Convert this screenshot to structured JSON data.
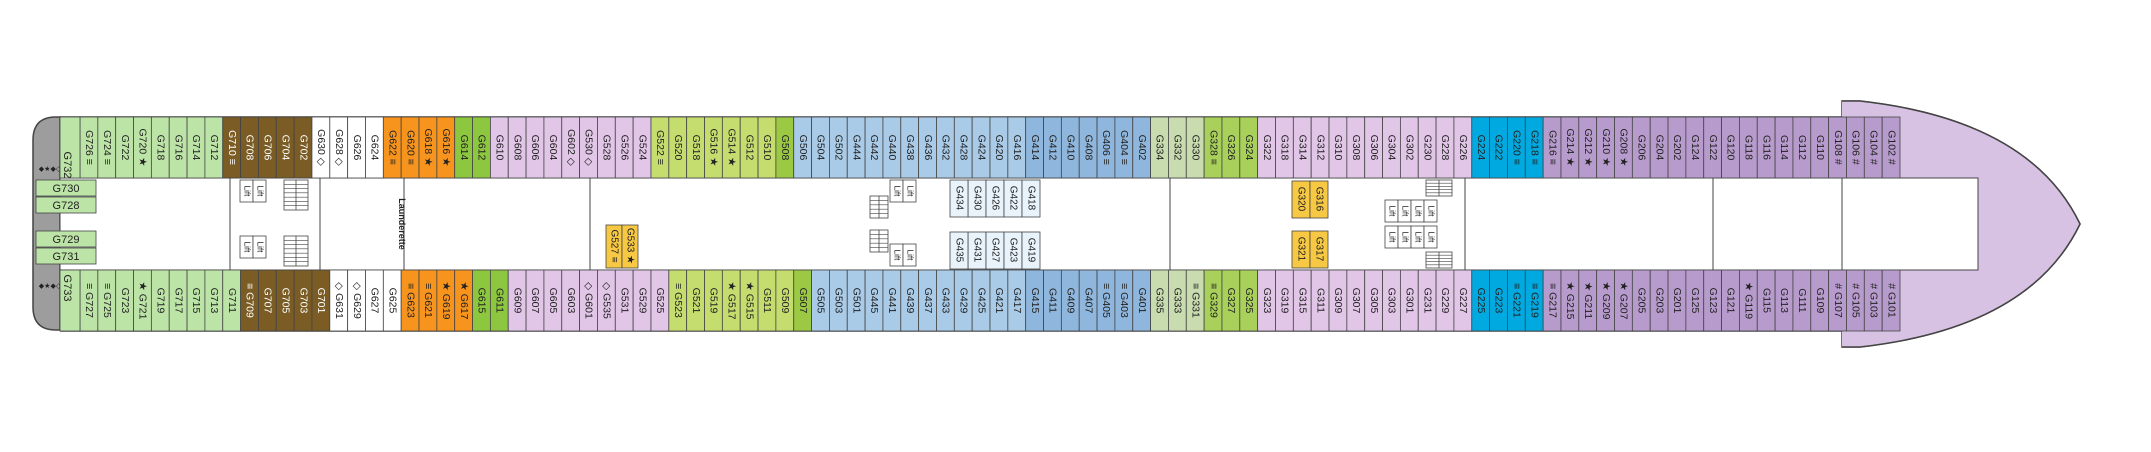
{
  "deck": {
    "top_row": [
      {
        "code": "G726",
        "color": "#bde4a7",
        "mark": "≡"
      },
      {
        "code": "G724",
        "color": "#bde4a7",
        "mark": "≡"
      },
      {
        "code": "G722",
        "color": "#bde4a7",
        "mark": ""
      },
      {
        "code": "G720",
        "color": "#bde4a7",
        "mark": "★"
      },
      {
        "code": "G718",
        "color": "#bde4a7",
        "mark": ""
      },
      {
        "code": "G716",
        "color": "#bde4a7",
        "mark": ""
      },
      {
        "code": "G714",
        "color": "#bde4a7",
        "mark": ""
      },
      {
        "code": "G712",
        "color": "#bde4a7",
        "mark": ""
      },
      {
        "code": "G710",
        "color": "#7a5c24",
        "mark": "≡"
      },
      {
        "code": "G708",
        "color": "#7a5c24",
        "mark": ""
      },
      {
        "code": "G706",
        "color": "#7a5c24",
        "mark": ""
      },
      {
        "code": "G704",
        "color": "#7a5c24",
        "mark": ""
      },
      {
        "code": "G702",
        "color": "#7a5c24",
        "mark": ""
      },
      {
        "code": "G630",
        "color": "#ffffff",
        "mark": "◇"
      },
      {
        "code": "G628",
        "color": "#ffffff",
        "mark": "◇"
      },
      {
        "code": "G626",
        "color": "#ffffff",
        "mark": ""
      },
      {
        "code": "G624",
        "color": "#ffffff",
        "mark": ""
      },
      {
        "code": "G622",
        "color": "#f7941d",
        "mark": "≡"
      },
      {
        "code": "G620",
        "color": "#f7941d",
        "mark": "≡"
      },
      {
        "code": "G618",
        "color": "#f7941d",
        "mark": "★"
      },
      {
        "code": "G616",
        "color": "#f7941d",
        "mark": "★"
      },
      {
        "code": "G614",
        "color": "#8dc63f",
        "mark": ""
      },
      {
        "code": "G612",
        "color": "#8dc63f",
        "mark": ""
      },
      {
        "code": "G610",
        "color": "#e1c6e7",
        "mark": ""
      },
      {
        "code": "G608",
        "color": "#e1c6e7",
        "mark": ""
      },
      {
        "code": "G606",
        "color": "#e1c6e7",
        "mark": ""
      },
      {
        "code": "G604",
        "color": "#e1c6e7",
        "mark": ""
      },
      {
        "code": "G602",
        "color": "#e1c6e7",
        "mark": "◇"
      },
      {
        "code": "G530",
        "color": "#e1c6e7",
        "mark": "◇"
      },
      {
        "code": "G528",
        "color": "#e1c6e7",
        "mark": ""
      },
      {
        "code": "G526",
        "color": "#e1c6e7",
        "mark": ""
      },
      {
        "code": "G524",
        "color": "#e1c6e7",
        "mark": ""
      },
      {
        "code": "G522",
        "color": "#c5dc6e",
        "mark": "≡"
      },
      {
        "code": "G520",
        "color": "#c5dc6e",
        "mark": ""
      },
      {
        "code": "G518",
        "color": "#c5dc6e",
        "mark": ""
      },
      {
        "code": "G516",
        "color": "#c5dc6e",
        "mark": "★"
      },
      {
        "code": "G514",
        "color": "#c5dc6e",
        "mark": "★"
      },
      {
        "code": "G512",
        "color": "#c5dc6e",
        "mark": ""
      },
      {
        "code": "G510",
        "color": "#c5dc6e",
        "mark": ""
      },
      {
        "code": "G508",
        "color": "#9cc944",
        "mark": ""
      },
      {
        "code": "G506",
        "color": "#a9cbe8",
        "mark": ""
      },
      {
        "code": "G504",
        "color": "#a9cbe8",
        "mark": ""
      },
      {
        "code": "G502",
        "color": "#a9cbe8",
        "mark": ""
      },
      {
        "code": "G444",
        "color": "#a9cbe8",
        "mark": ""
      },
      {
        "code": "G442",
        "color": "#a9cbe8",
        "mark": ""
      },
      {
        "code": "G440",
        "color": "#a9cbe8",
        "mark": ""
      },
      {
        "code": "G438",
        "color": "#a9cbe8",
        "mark": ""
      },
      {
        "code": "G436",
        "color": "#a9cbe8",
        "mark": ""
      },
      {
        "code": "G432",
        "color": "#a9cbe8",
        "mark": ""
      },
      {
        "code": "G428",
        "color": "#a9cbe8",
        "mark": ""
      },
      {
        "code": "G424",
        "color": "#a9cbe8",
        "mark": ""
      },
      {
        "code": "G420",
        "color": "#a9cbe8",
        "mark": ""
      },
      {
        "code": "G416",
        "color": "#a9cbe8",
        "mark": ""
      },
      {
        "code": "G414",
        "color": "#8fb6dd",
        "mark": ""
      },
      {
        "code": "G412",
        "color": "#8fb6dd",
        "mark": ""
      },
      {
        "code": "G410",
        "color": "#8fb6dd",
        "mark": ""
      },
      {
        "code": "G408",
        "color": "#8fb6dd",
        "mark": ""
      },
      {
        "code": "G406",
        "color": "#8fb6dd",
        "mark": "≡"
      },
      {
        "code": "G404",
        "color": "#8fb6dd",
        "mark": "≡"
      },
      {
        "code": "G402",
        "color": "#8fb6dd",
        "mark": ""
      },
      {
        "code": "G334",
        "color": "#c9dcb0",
        "mark": ""
      },
      {
        "code": "G332",
        "color": "#c9dcb0",
        "mark": ""
      },
      {
        "code": "G330",
        "color": "#c9dcb0",
        "mark": ""
      },
      {
        "code": "G328",
        "color": "#a8d05a",
        "mark": "≡"
      },
      {
        "code": "G326",
        "color": "#a8d05a",
        "mark": ""
      },
      {
        "code": "G324",
        "color": "#a8d05a",
        "mark": ""
      },
      {
        "code": "G322",
        "color": "#e1c6e7",
        "mark": ""
      },
      {
        "code": "G318",
        "color": "#e1c6e7",
        "mark": ""
      },
      {
        "code": "G314",
        "color": "#e1c6e7",
        "mark": ""
      },
      {
        "code": "G312",
        "color": "#e1c6e7",
        "mark": ""
      },
      {
        "code": "G310",
        "color": "#e1c6e7",
        "mark": ""
      },
      {
        "code": "G308",
        "color": "#e1c6e7",
        "mark": ""
      },
      {
        "code": "G306",
        "color": "#e1c6e7",
        "mark": ""
      },
      {
        "code": "G304",
        "color": "#e1c6e7",
        "mark": ""
      },
      {
        "code": "G302",
        "color": "#e1c6e7",
        "mark": ""
      },
      {
        "code": "G230",
        "color": "#e1c6e7",
        "mark": ""
      },
      {
        "code": "G228",
        "color": "#e1c6e7",
        "mark": ""
      },
      {
        "code": "G226",
        "color": "#e1c6e7",
        "mark": ""
      },
      {
        "code": "G224",
        "color": "#00a9e0",
        "mark": ""
      },
      {
        "code": "G222",
        "color": "#00a9e0",
        "mark": ""
      },
      {
        "code": "G220",
        "color": "#00a9e0",
        "mark": "≡"
      },
      {
        "code": "G218",
        "color": "#00a9e0",
        "mark": "≡"
      },
      {
        "code": "G216",
        "color": "#b79bcc",
        "mark": "≡"
      },
      {
        "code": "G214",
        "color": "#b79bcc",
        "mark": "★"
      },
      {
        "code": "G212",
        "color": "#b79bcc",
        "mark": "★"
      },
      {
        "code": "G210",
        "color": "#b79bcc",
        "mark": "★"
      },
      {
        "code": "G208",
        "color": "#b79bcc",
        "mark": "★"
      },
      {
        "code": "G206",
        "color": "#b79bcc",
        "mark": ""
      },
      {
        "code": "G204",
        "color": "#b79bcc",
        "mark": ""
      },
      {
        "code": "G202",
        "color": "#b79bcc",
        "mark": ""
      },
      {
        "code": "G124",
        "color": "#b79bcc",
        "mark": ""
      },
      {
        "code": "G122",
        "color": "#b79bcc",
        "mark": ""
      },
      {
        "code": "G120",
        "color": "#b79bcc",
        "mark": ""
      },
      {
        "code": "G118",
        "color": "#b79bcc",
        "mark": ""
      },
      {
        "code": "G116",
        "color": "#b79bcc",
        "mark": ""
      },
      {
        "code": "G114",
        "color": "#b79bcc",
        "mark": ""
      },
      {
        "code": "G112",
        "color": "#b79bcc",
        "mark": ""
      },
      {
        "code": "G110",
        "color": "#b79bcc",
        "mark": ""
      },
      {
        "code": "G108",
        "color": "#b79bcc",
        "mark": "#"
      },
      {
        "code": "G106",
        "color": "#b79bcc",
        "mark": "#"
      },
      {
        "code": "G104",
        "color": "#b79bcc",
        "mark": "#"
      },
      {
        "code": "G102",
        "color": "#b79bcc",
        "mark": "#"
      }
    ],
    "bottom_row": [
      {
        "code": "G727",
        "color": "#bde4a7",
        "mark": "≡"
      },
      {
        "code": "G725",
        "color": "#bde4a7",
        "mark": "≡"
      },
      {
        "code": "G723",
        "color": "#bde4a7",
        "mark": ""
      },
      {
        "code": "G721",
        "color": "#bde4a7",
        "mark": "★"
      },
      {
        "code": "G719",
        "color": "#bde4a7",
        "mark": ""
      },
      {
        "code": "G717",
        "color": "#bde4a7",
        "mark": ""
      },
      {
        "code": "G715",
        "color": "#bde4a7",
        "mark": ""
      },
      {
        "code": "G713",
        "color": "#bde4a7",
        "mark": ""
      },
      {
        "code": "G711",
        "color": "#bde4a7",
        "mark": ""
      },
      {
        "code": "G709",
        "color": "#7a5c24",
        "mark": "≡"
      },
      {
        "code": "G707",
        "color": "#7a5c24",
        "mark": ""
      },
      {
        "code": "G705",
        "color": "#7a5c24",
        "mark": ""
      },
      {
        "code": "G703",
        "color": "#7a5c24",
        "mark": ""
      },
      {
        "code": "G701",
        "color": "#7a5c24",
        "mark": ""
      },
      {
        "code": "G631",
        "color": "#ffffff",
        "mark": "◇"
      },
      {
        "code": "G629",
        "color": "#ffffff",
        "mark": "◇"
      },
      {
        "code": "G627",
        "color": "#ffffff",
        "mark": ""
      },
      {
        "code": "G625",
        "color": "#ffffff",
        "mark": ""
      },
      {
        "code": "G623",
        "color": "#f7941d",
        "mark": "≡"
      },
      {
        "code": "G621",
        "color": "#f7941d",
        "mark": "≡"
      },
      {
        "code": "G619",
        "color": "#f7941d",
        "mark": "★"
      },
      {
        "code": "G617",
        "color": "#f7941d",
        "mark": "★"
      },
      {
        "code": "G615",
        "color": "#8dc63f",
        "mark": ""
      },
      {
        "code": "G611",
        "color": "#8dc63f",
        "mark": ""
      },
      {
        "code": "G609",
        "color": "#e1c6e7",
        "mark": ""
      },
      {
        "code": "G607",
        "color": "#e1c6e7",
        "mark": ""
      },
      {
        "code": "G605",
        "color": "#e1c6e7",
        "mark": ""
      },
      {
        "code": "G603",
        "color": "#e1c6e7",
        "mark": ""
      },
      {
        "code": "G601",
        "color": "#e1c6e7",
        "mark": "◇"
      },
      {
        "code": "G535",
        "color": "#e1c6e7",
        "mark": "◇"
      },
      {
        "code": "G531",
        "color": "#e1c6e7",
        "mark": ""
      },
      {
        "code": "G529",
        "color": "#e1c6e7",
        "mark": ""
      },
      {
        "code": "G525",
        "color": "#e1c6e7",
        "mark": ""
      },
      {
        "code": "G523",
        "color": "#c5dc6e",
        "mark": "≡"
      },
      {
        "code": "G521",
        "color": "#c5dc6e",
        "mark": ""
      },
      {
        "code": "G519",
        "color": "#c5dc6e",
        "mark": ""
      },
      {
        "code": "G517",
        "color": "#c5dc6e",
        "mark": "★"
      },
      {
        "code": "G515",
        "color": "#c5dc6e",
        "mark": "★"
      },
      {
        "code": "G511",
        "color": "#c5dc6e",
        "mark": ""
      },
      {
        "code": "G509",
        "color": "#c5dc6e",
        "mark": ""
      },
      {
        "code": "G507",
        "color": "#9cc944",
        "mark": ""
      },
      {
        "code": "G505",
        "color": "#a9cbe8",
        "mark": ""
      },
      {
        "code": "G503",
        "color": "#a9cbe8",
        "mark": ""
      },
      {
        "code": "G501",
        "color": "#a9cbe8",
        "mark": ""
      },
      {
        "code": "G445",
        "color": "#a9cbe8",
        "mark": ""
      },
      {
        "code": "G441",
        "color": "#a9cbe8",
        "mark": ""
      },
      {
        "code": "G439",
        "color": "#a9cbe8",
        "mark": ""
      },
      {
        "code": "G437",
        "color": "#a9cbe8",
        "mark": ""
      },
      {
        "code": "G433",
        "color": "#a9cbe8",
        "mark": ""
      },
      {
        "code": "G429",
        "color": "#a9cbe8",
        "mark": ""
      },
      {
        "code": "G425",
        "color": "#a9cbe8",
        "mark": ""
      },
      {
        "code": "G421",
        "color": "#a9cbe8",
        "mark": ""
      },
      {
        "code": "G417",
        "color": "#a9cbe8",
        "mark": ""
      },
      {
        "code": "G415",
        "color": "#8fb6dd",
        "mark": ""
      },
      {
        "code": "G411",
        "color": "#8fb6dd",
        "mark": ""
      },
      {
        "code": "G409",
        "color": "#8fb6dd",
        "mark": ""
      },
      {
        "code": "G407",
        "color": "#8fb6dd",
        "mark": ""
      },
      {
        "code": "G405",
        "color": "#8fb6dd",
        "mark": "≡"
      },
      {
        "code": "G403",
        "color": "#8fb6dd",
        "mark": "≡"
      },
      {
        "code": "G401",
        "color": "#8fb6dd",
        "mark": ""
      },
      {
        "code": "G335",
        "color": "#c9dcb0",
        "mark": ""
      },
      {
        "code": "G333",
        "color": "#c9dcb0",
        "mark": ""
      },
      {
        "code": "G331",
        "color": "#c9dcb0",
        "mark": "≡"
      },
      {
        "code": "G329",
        "color": "#a8d05a",
        "mark": "≡"
      },
      {
        "code": "G327",
        "color": "#a8d05a",
        "mark": ""
      },
      {
        "code": "G325",
        "color": "#a8d05a",
        "mark": ""
      },
      {
        "code": "G323",
        "color": "#e1c6e7",
        "mark": ""
      },
      {
        "code": "G319",
        "color": "#e1c6e7",
        "mark": ""
      },
      {
        "code": "G315",
        "color": "#e1c6e7",
        "mark": ""
      },
      {
        "code": "G311",
        "color": "#e1c6e7",
        "mark": ""
      },
      {
        "code": "G309",
        "color": "#e1c6e7",
        "mark": ""
      },
      {
        "code": "G307",
        "color": "#e1c6e7",
        "mark": ""
      },
      {
        "code": "G305",
        "color": "#e1c6e7",
        "mark": ""
      },
      {
        "code": "G303",
        "color": "#e1c6e7",
        "mark": ""
      },
      {
        "code": "G301",
        "color": "#e1c6e7",
        "mark": ""
      },
      {
        "code": "G231",
        "color": "#e1c6e7",
        "mark": ""
      },
      {
        "code": "G229",
        "color": "#e1c6e7",
        "mark": ""
      },
      {
        "code": "G227",
        "color": "#e1c6e7",
        "mark": ""
      },
      {
        "code": "G225",
        "color": "#00a9e0",
        "mark": ""
      },
      {
        "code": "G223",
        "color": "#00a9e0",
        "mark": ""
      },
      {
        "code": "G221",
        "color": "#00a9e0",
        "mark": "≡"
      },
      {
        "code": "G219",
        "color": "#00a9e0",
        "mark": "≡"
      },
      {
        "code": "G217",
        "color": "#b79bcc",
        "mark": "≡"
      },
      {
        "code": "G215",
        "color": "#b79bcc",
        "mark": "★"
      },
      {
        "code": "G211",
        "color": "#b79bcc",
        "mark": "★"
      },
      {
        "code": "G209",
        "color": "#b79bcc",
        "mark": "★"
      },
      {
        "code": "G207",
        "color": "#b79bcc",
        "mark": "★"
      },
      {
        "code": "G205",
        "color": "#b79bcc",
        "mark": ""
      },
      {
        "code": "G203",
        "color": "#b79bcc",
        "mark": ""
      },
      {
        "code": "G201",
        "color": "#b79bcc",
        "mark": ""
      },
      {
        "code": "G125",
        "color": "#b79bcc",
        "mark": ""
      },
      {
        "code": "G123",
        "color": "#b79bcc",
        "mark": ""
      },
      {
        "code": "G121",
        "color": "#b79bcc",
        "mark": ""
      },
      {
        "code": "G119",
        "color": "#b79bcc",
        "mark": "★"
      },
      {
        "code": "G115",
        "color": "#b79bcc",
        "mark": ""
      },
      {
        "code": "G113",
        "color": "#b79bcc",
        "mark": ""
      },
      {
        "code": "G111",
        "color": "#b79bcc",
        "mark": ""
      },
      {
        "code": "G109",
        "color": "#b79bcc",
        "mark": ""
      },
      {
        "code": "G107",
        "color": "#b79bcc",
        "mark": "#"
      },
      {
        "code": "G105",
        "color": "#b79bcc",
        "mark": "#"
      },
      {
        "code": "G103",
        "color": "#b79bcc",
        "mark": "#"
      },
      {
        "code": "G101",
        "color": "#b79bcc",
        "mark": "#"
      }
    ],
    "stern": {
      "suite_top": {
        "code": "G732",
        "marks": "◆★◆◇"
      },
      "suite_bottom": {
        "code": "G733",
        "marks": "◆★◆◇"
      },
      "cabins": [
        "G730",
        "G728",
        "G729",
        "G731"
      ],
      "cabin_color": "#bde4a7",
      "hull_color": "#9d9d9d"
    },
    "inner_cabins_a": [
      {
        "code": "G527",
        "color": "#f7c843",
        "mark": "≡"
      },
      {
        "code": "G533",
        "color": "#f7c843",
        "mark": "★"
      }
    ],
    "inner_cabins_b": {
      "col1": [
        "G430",
        "G426",
        "G422",
        "G418"
      ],
      "col2": [
        "G431",
        "G427",
        "G423",
        "G419"
      ],
      "side_top": "G434",
      "side_bottom": "G435",
      "color": "#e8f3fb"
    },
    "inner_cabins_c": [
      {
        "code": "G320",
        "color": "#f7c843"
      },
      {
        "code": "G316",
        "color": "#f7c843"
      },
      {
        "code": "G321",
        "color": "#f7c843"
      },
      {
        "code": "G317",
        "color": "#f7c843"
      }
    ],
    "labels": {
      "launderette": "Launderette",
      "lift": "Lift"
    },
    "colors": {
      "outline": "#444444",
      "corridor": "#ffffff",
      "hull_grey": "#9d9d9d"
    }
  }
}
